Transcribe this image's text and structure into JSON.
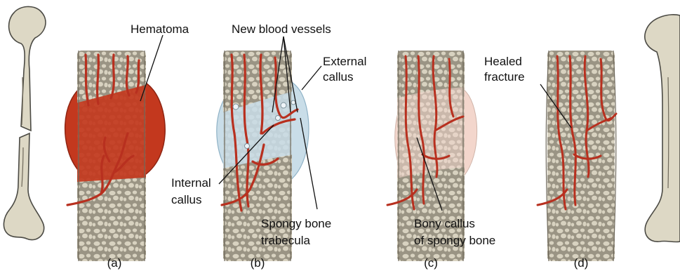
{
  "colors": {
    "bone_fill": "#ddd8c5",
    "bone_outline": "#4b4a44",
    "spongy_bone": "#cbc4b3",
    "blood_vessel": "#b8301f",
    "hematoma": "#c3381e",
    "fibrocartilaginous_callus": "#c9dde8",
    "bony_callus": "#f3d6cc"
  },
  "labels": {
    "hematoma": "Hematoma",
    "new_blood_vessels": "New blood vessels",
    "external_callus_1": "External",
    "external_callus_2": "callus",
    "internal_callus_1": "Internal",
    "internal_callus_2": "callus",
    "spongy_bone_trabecula_1": "Spongy bone",
    "spongy_bone_trabecula_2": "trabecula",
    "bony_callus_1": "Bony callus",
    "bony_callus_2": "of spongy bone",
    "healed_fracture_1": "Healed",
    "healed_fracture_2": "fracture"
  },
  "captions": {
    "a": "(a)",
    "b": "(b)",
    "c": "(c)",
    "d": "(d)"
  },
  "icons": [
    "fractured-femur-icon",
    "healed-femur-icon"
  ]
}
